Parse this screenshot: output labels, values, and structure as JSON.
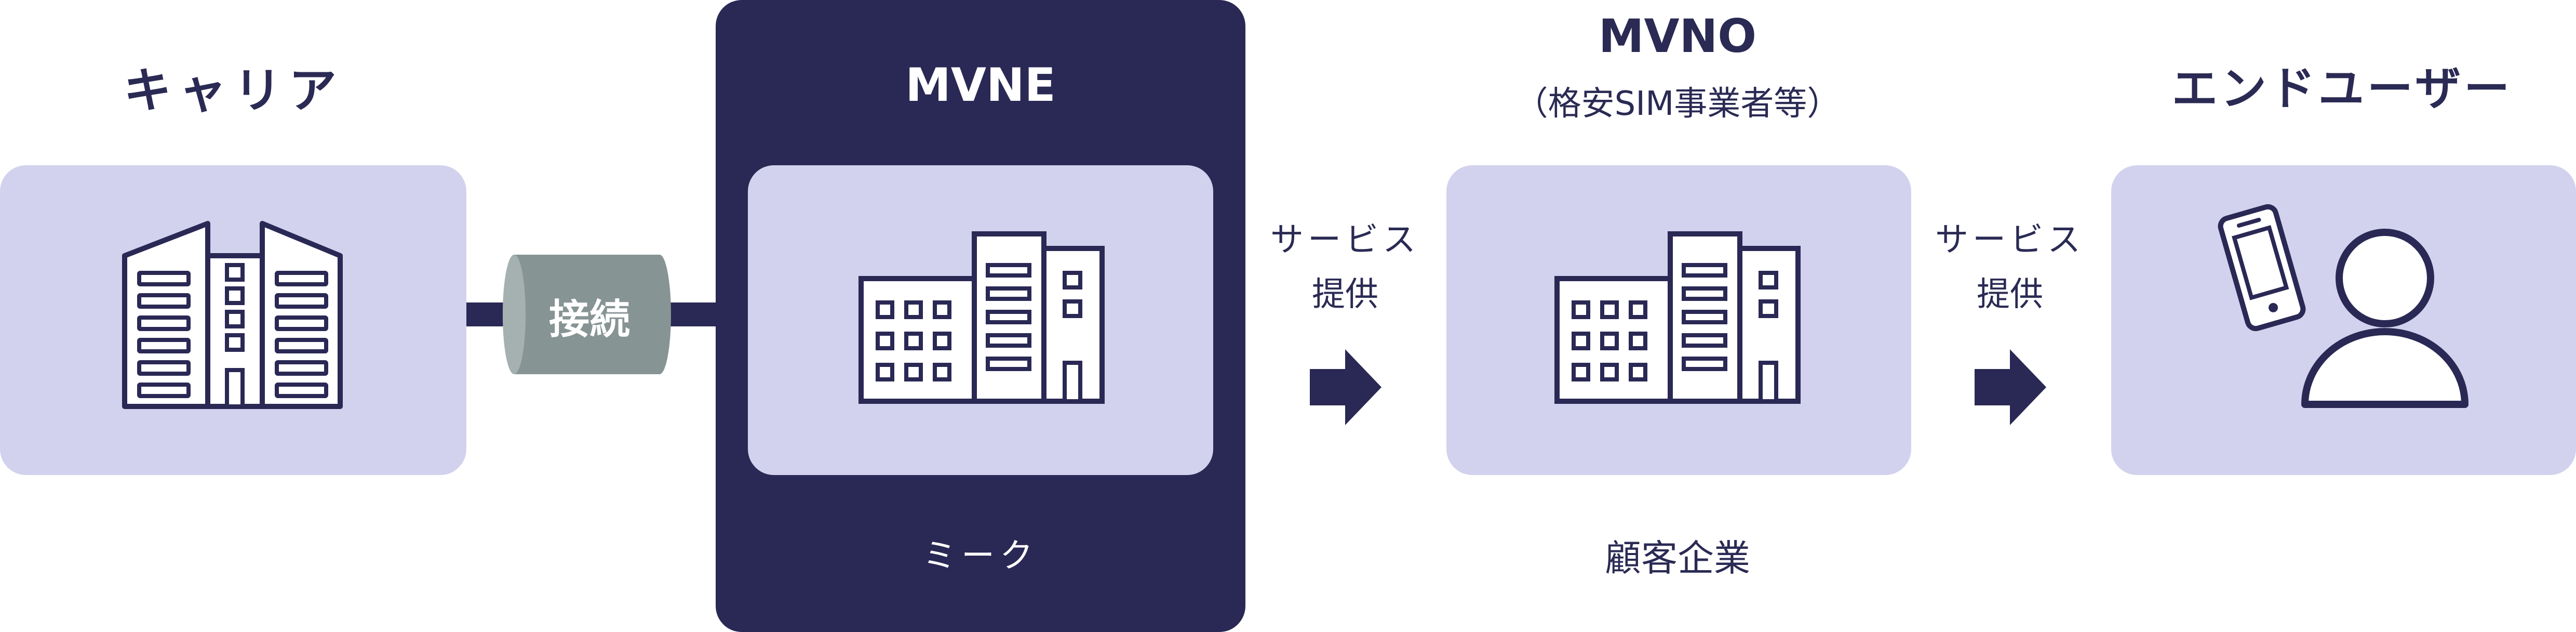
{
  "colors": {
    "navy": "#2a2854",
    "panel": "#d2d2ee",
    "connector": "#879494",
    "white": "#ffffff"
  },
  "carrier": {
    "title": "キャリア",
    "icon": "office-buildings-icon"
  },
  "connector": {
    "label": "接続",
    "icon": "cylinder-connector"
  },
  "mvne": {
    "title": "MVNE",
    "company": "ミーク",
    "icon": "office-building-icon"
  },
  "service1": {
    "line1": "サービス",
    "line2": "提供",
    "icon": "arrow-right-icon"
  },
  "mvno": {
    "title": "MVNO",
    "subtitle": "（格安SIM事業者等）",
    "caption": "顧客企業",
    "icon": "office-building-icon"
  },
  "service2": {
    "line1": "サービス",
    "line2": "提供",
    "icon": "arrow-right-icon"
  },
  "enduser": {
    "title": "エンドユーザー",
    "icons": [
      "smartphone-icon",
      "person-icon"
    ]
  }
}
